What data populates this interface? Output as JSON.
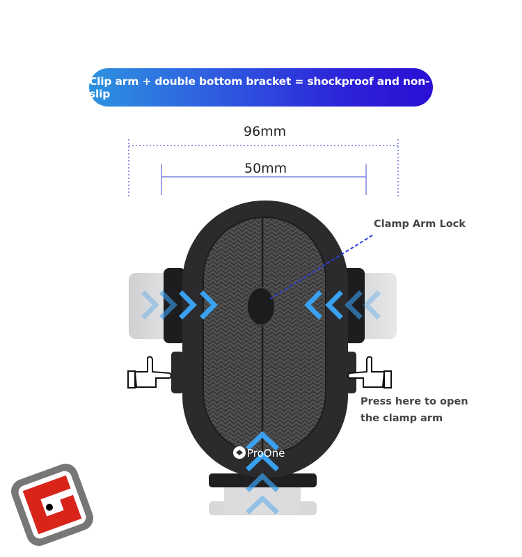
{
  "banner": {
    "text": "Clip arm + double bottom bracket = shockproof and non-slip"
  },
  "dimensions": {
    "outer_width": "96mm",
    "inner_width": "50mm"
  },
  "callouts": {
    "clamp_lock": "Clamp Arm Lock",
    "press_line1": "Press here to open",
    "press_line2": "the clamp arm"
  },
  "brand": {
    "device_logo": "ProOne",
    "watermark_logo": "G"
  },
  "colors": {
    "accent": "#3aa0f0",
    "banner_start": "#2d93e0",
    "banner_end": "#2a0fd4",
    "logo_red": "#d9241a",
    "logo_gray": "#777777"
  }
}
